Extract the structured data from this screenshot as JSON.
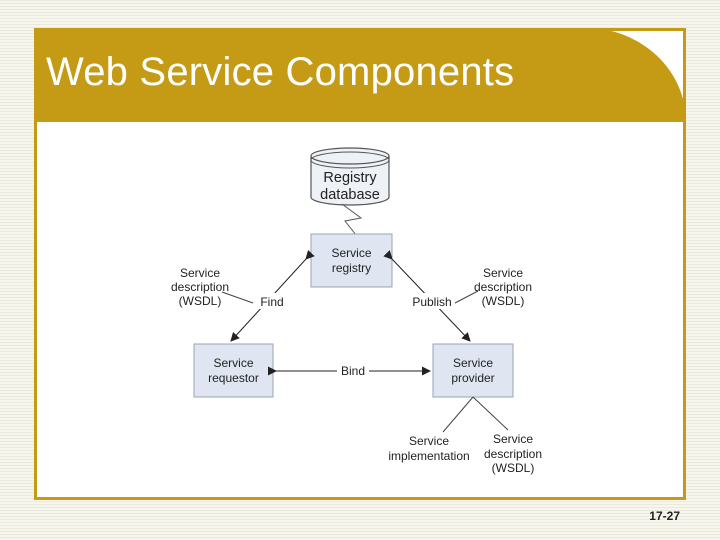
{
  "slide": {
    "title": "Web Service Components",
    "number": "17-27"
  },
  "diagram": {
    "registry_db": {
      "line1": "Registry",
      "line2": "database"
    },
    "service_registry": {
      "line1": "Service",
      "line2": "registry"
    },
    "service_requestor": {
      "line1": "Service",
      "line2": "requestor"
    },
    "service_provider": {
      "line1": "Service",
      "line2": "provider"
    },
    "find_label": "Find",
    "publish_label": "Publish",
    "bind_label": "Bind",
    "left_desc": {
      "line1": "Service",
      "line2": "description",
      "line3": "(WSDL)"
    },
    "right_desc": {
      "line1": "Service",
      "line2": "description",
      "line3": "(WSDL)"
    },
    "service_implementation": {
      "line1": "Service",
      "line2": "implementation"
    },
    "bottom_desc": {
      "line1": "Service",
      "line2": "description",
      "line3": "(WSDL)"
    }
  },
  "colors": {
    "accent": "#c59a14",
    "box_fill": "#dfe6f2",
    "box_stroke": "#98a3b5"
  }
}
